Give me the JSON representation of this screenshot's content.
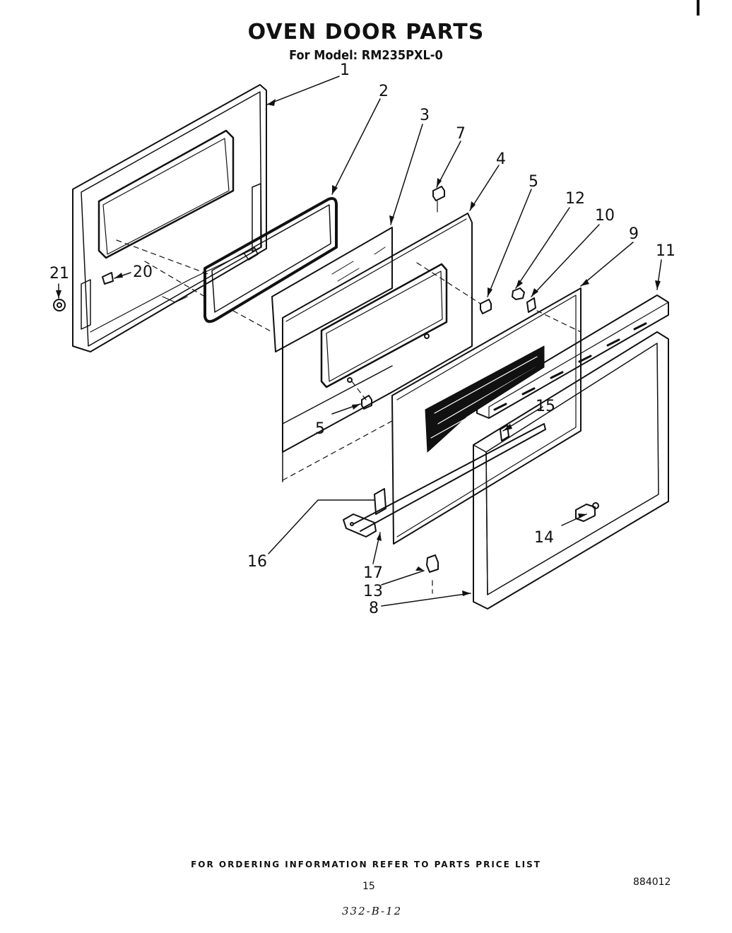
{
  "header": {
    "title": "OVEN DOOR PARTS",
    "subtitle": "For Model: RM235PXL-0"
  },
  "callouts": {
    "c1": "1",
    "c2": "2",
    "c3": "3",
    "c4": "4",
    "c5a": "5",
    "c5b": "5",
    "c7": "7",
    "c8": "8",
    "c9": "9",
    "c10": "10",
    "c11": "11",
    "c12": "12",
    "c13": "13",
    "c14": "14",
    "c15": "15",
    "c16": "16",
    "c17": "17",
    "c20": "20",
    "c21": "21"
  },
  "footer": {
    "note": "FOR ORDERING INFORMATION REFER TO PARTS PRICE LIST",
    "page_number": "15",
    "doc_number": "884012",
    "ref_code": "332-B-12"
  }
}
